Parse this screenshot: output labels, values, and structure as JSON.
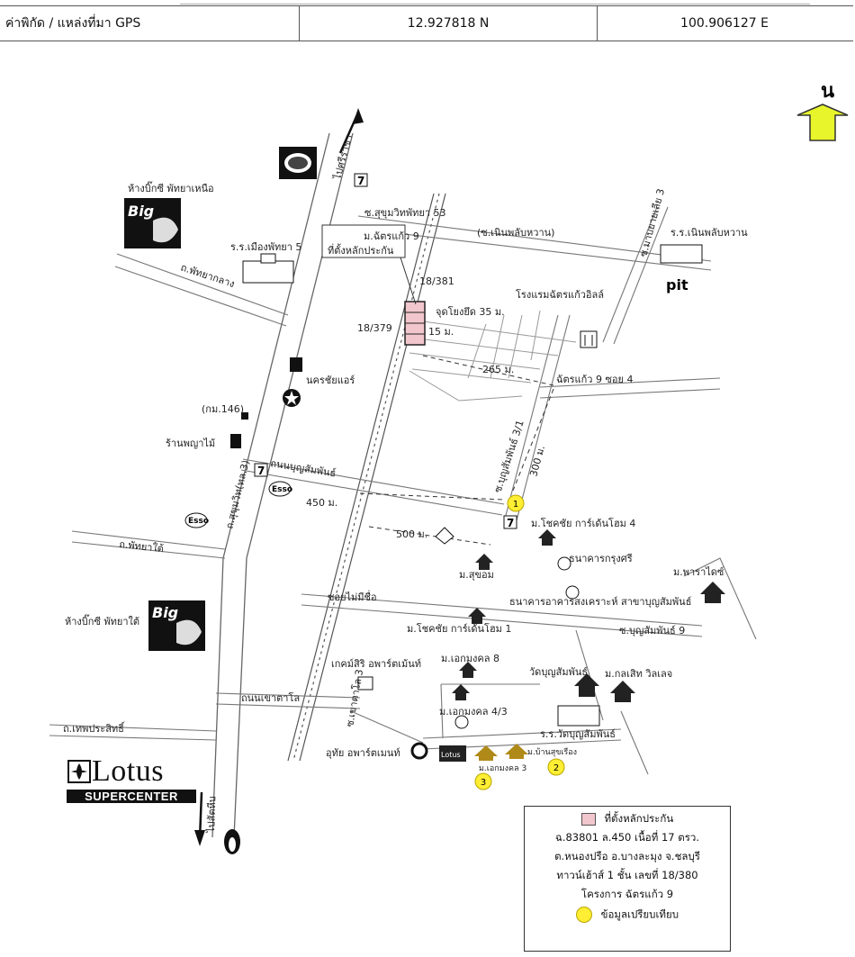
{
  "gps": {
    "label": "ค่าพิกัด / แหล่งที่มา GPS",
    "lat": "12.927818  N",
    "lon": "100.906127  E"
  },
  "north": {
    "label": "น"
  },
  "places": {
    "bigc_north": "ห้างบิ๊กซี พัทยาเหนือ",
    "bigc_south": "ห้างบิ๊กซี พัทยาใต้",
    "big_logo": "Big",
    "school_muang": "ร.ร.เมืองพัทยา 5",
    "pattaya_klang": "ถ.พัทยากลาง",
    "pattaya_tai": "ถ.พัทยาใต้",
    "thepprasit": "ถ.เทพประสิทธิ์",
    "sukhumvit_top": "ไปศรีราชา",
    "sukhumvit_bottom": "ไปสัตหีบ",
    "sukhumvit_road": "ถ.สุขุมวิท(ทล.3)",
    "soi53": "ซ.สุขุมวิทพัทยา 53",
    "soi_noen": "(ซ.เนินพลับหวาน)",
    "project_name": "ม.ฉัตรแก้ว 9",
    "project_loc": "ที่ตั้งหลักประกัน",
    "num_18381": "18/381",
    "num_18379": "18/379",
    "dist_15": "15 ม.",
    "dist_35": "จุดโยงยึด 35 ม.",
    "dist_265": "265 ม.",
    "dist_300": "300 ม.",
    "dist_450": "450 ม.",
    "dist_500": "500 ม.",
    "hotel": "โรงแรมฉัตรแก้วอิลล์",
    "chatkaew_soi4": "ฉัตรแก้ว 9 ซอย 4",
    "school_noen": "ร.ร.เนินพลับหวาน",
    "mabprachan": "ซ.มาบยายเลีย 3",
    "nakhon_chai": "นครชัยแอร์",
    "km146": "(กม.146)",
    "restaurant": "ร้านพญาไม้",
    "boonsamphan": "ถนนบุญสัมพันธ์",
    "boonsamphan_soi": "ซ.บุญสัมพันธ์ 3/1",
    "chokchai4": "ม.โชคชัย การ์เด้นโฮม 4",
    "krungsri": "ธนาคารกรุงศรี",
    "suksan": "ม.สุขอม",
    "soi_nameless": "ซอยไม่มีชื่อ",
    "aomsin": "ธนาคารอาคารสงเคราะห์ สาขาบุญสัมพันธ์",
    "paradise": "ม.พาราไดซ์",
    "chokchai1": "ม.โชคชัย การ์เด้นโฮม 1",
    "boonsamphan9": "ซ.บุญสัมพันธ์ 9",
    "ekmongkol8": "ม.เอกมงคล 8",
    "wat": "วัดบุญสัมพันธ์",
    "kanokwan": "ม.กลเสิท วิลเลจ",
    "apartment1": "เกคม์สิริ อพาร์ตเม้นท์",
    "khao_talo3": "ซ.เขาตาโล 3",
    "khao_talo": "ถนนเขาตาโล",
    "ekmongkol43": "ม.เอกมงคล 4/3",
    "school_wat": "ร.ร.วัดบุญสัมพันธ์",
    "apartment2": "อุทัย อพาร์ตเมนท์",
    "lotus_small": "Lotus",
    "ekmongkol3": "ม.เอกมงคล 3",
    "baan_suk": "ม.บ้านสุขเรือง",
    "pit": "pit",
    "esso": "Esso",
    "lotus_word": "Lotus",
    "lotus_sub": "SUPERCENTER"
  },
  "markers": [
    "1",
    "2",
    "3"
  ],
  "legend": {
    "item1": "ที่ตั้งหลักประกัน",
    "line1": "ฉ.83801  ล.450  เนื้อที่ 17 ตรว.",
    "line2": "ต.หนองปรือ อ.บางละมุง จ.ชลบุรี",
    "line3": "ทาวน์เฮ้าส์ 1 ชั้น  เลขที่ 18/380",
    "line4": "โครงการ  ฉัตรแก้ว 9",
    "item2": "ข้อมูลเปรียบเทียบ"
  },
  "colors": {
    "marker": "#ffee33",
    "north_arrow": "#e8f52a",
    "parcel": "#f1c6cc",
    "poi_gold": "#b08a18"
  }
}
